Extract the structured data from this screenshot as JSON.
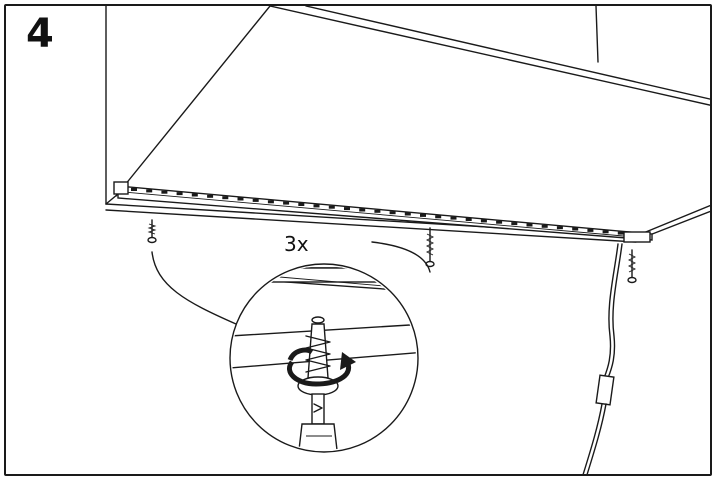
{
  "step": {
    "number": "4"
  },
  "callout": {
    "quantity": "3x"
  },
  "icons": [
    "cabinet",
    "led-strip",
    "screw",
    "magnified-detail",
    "screwdriver",
    "rotation-arrow",
    "power-cable"
  ]
}
